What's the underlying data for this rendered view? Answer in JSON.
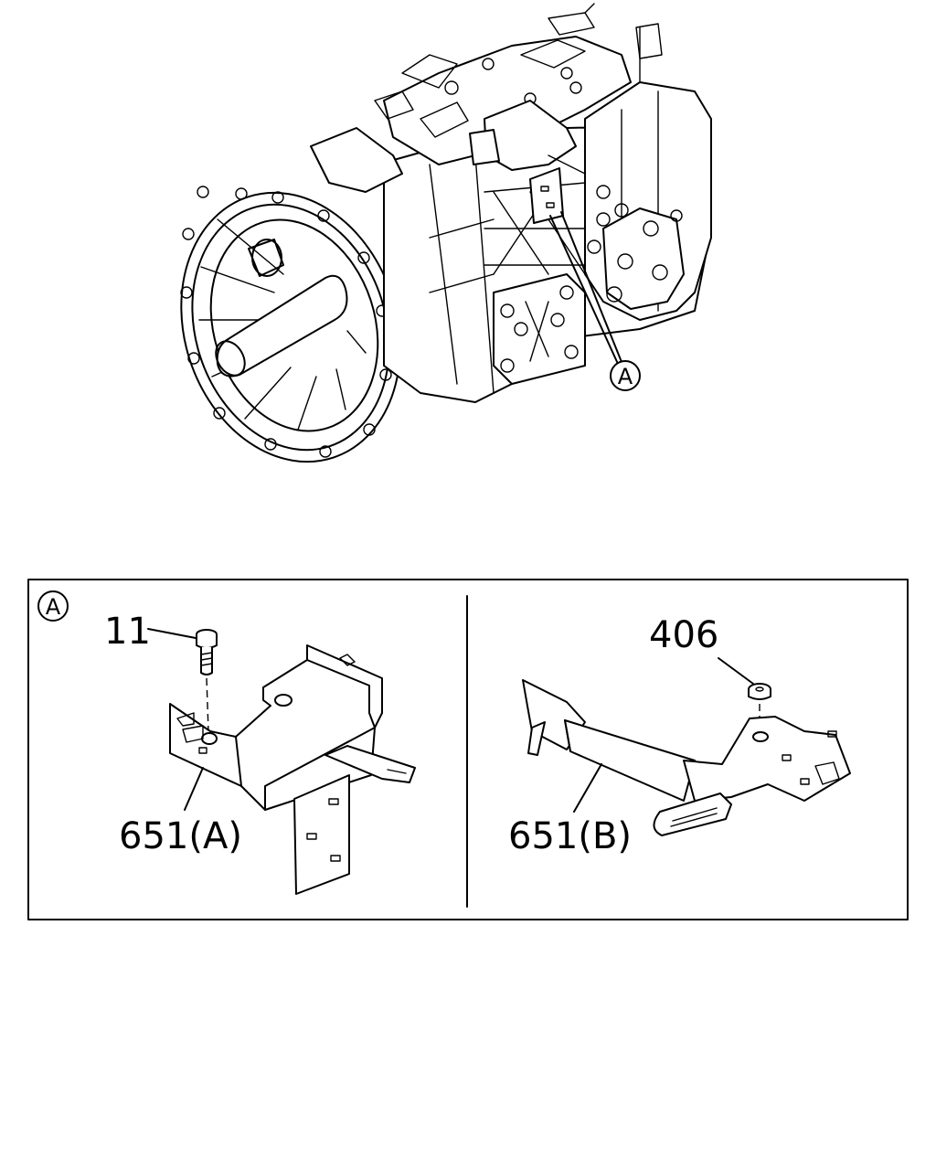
{
  "overview": {
    "callout": "A"
  },
  "detail": {
    "section_letter": "A",
    "left": {
      "bolt_number": "11",
      "bracket_label": "651(A)"
    },
    "right": {
      "nut_number": "406",
      "bracket_label": "651(B)"
    }
  },
  "colors": {
    "line": "#000000",
    "background": "#ffffff"
  }
}
